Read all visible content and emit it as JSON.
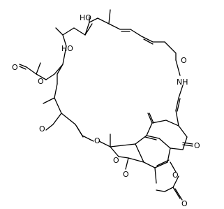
{
  "labels": {
    "oh_top": "HO",
    "oh_mid": "HO",
    "nh": "NH",
    "o_ketone": "O",
    "o_acetate_left": "O",
    "o_acetate_left_carbonyl": "O",
    "o_methoxy": "O",
    "o_ether": "O",
    "o_ring": "O",
    "o_ring_carbonyl": "O",
    "o_quinone": "O",
    "o_acetate_right": "O",
    "o_acetate_right_carbonyl": "O"
  }
}
